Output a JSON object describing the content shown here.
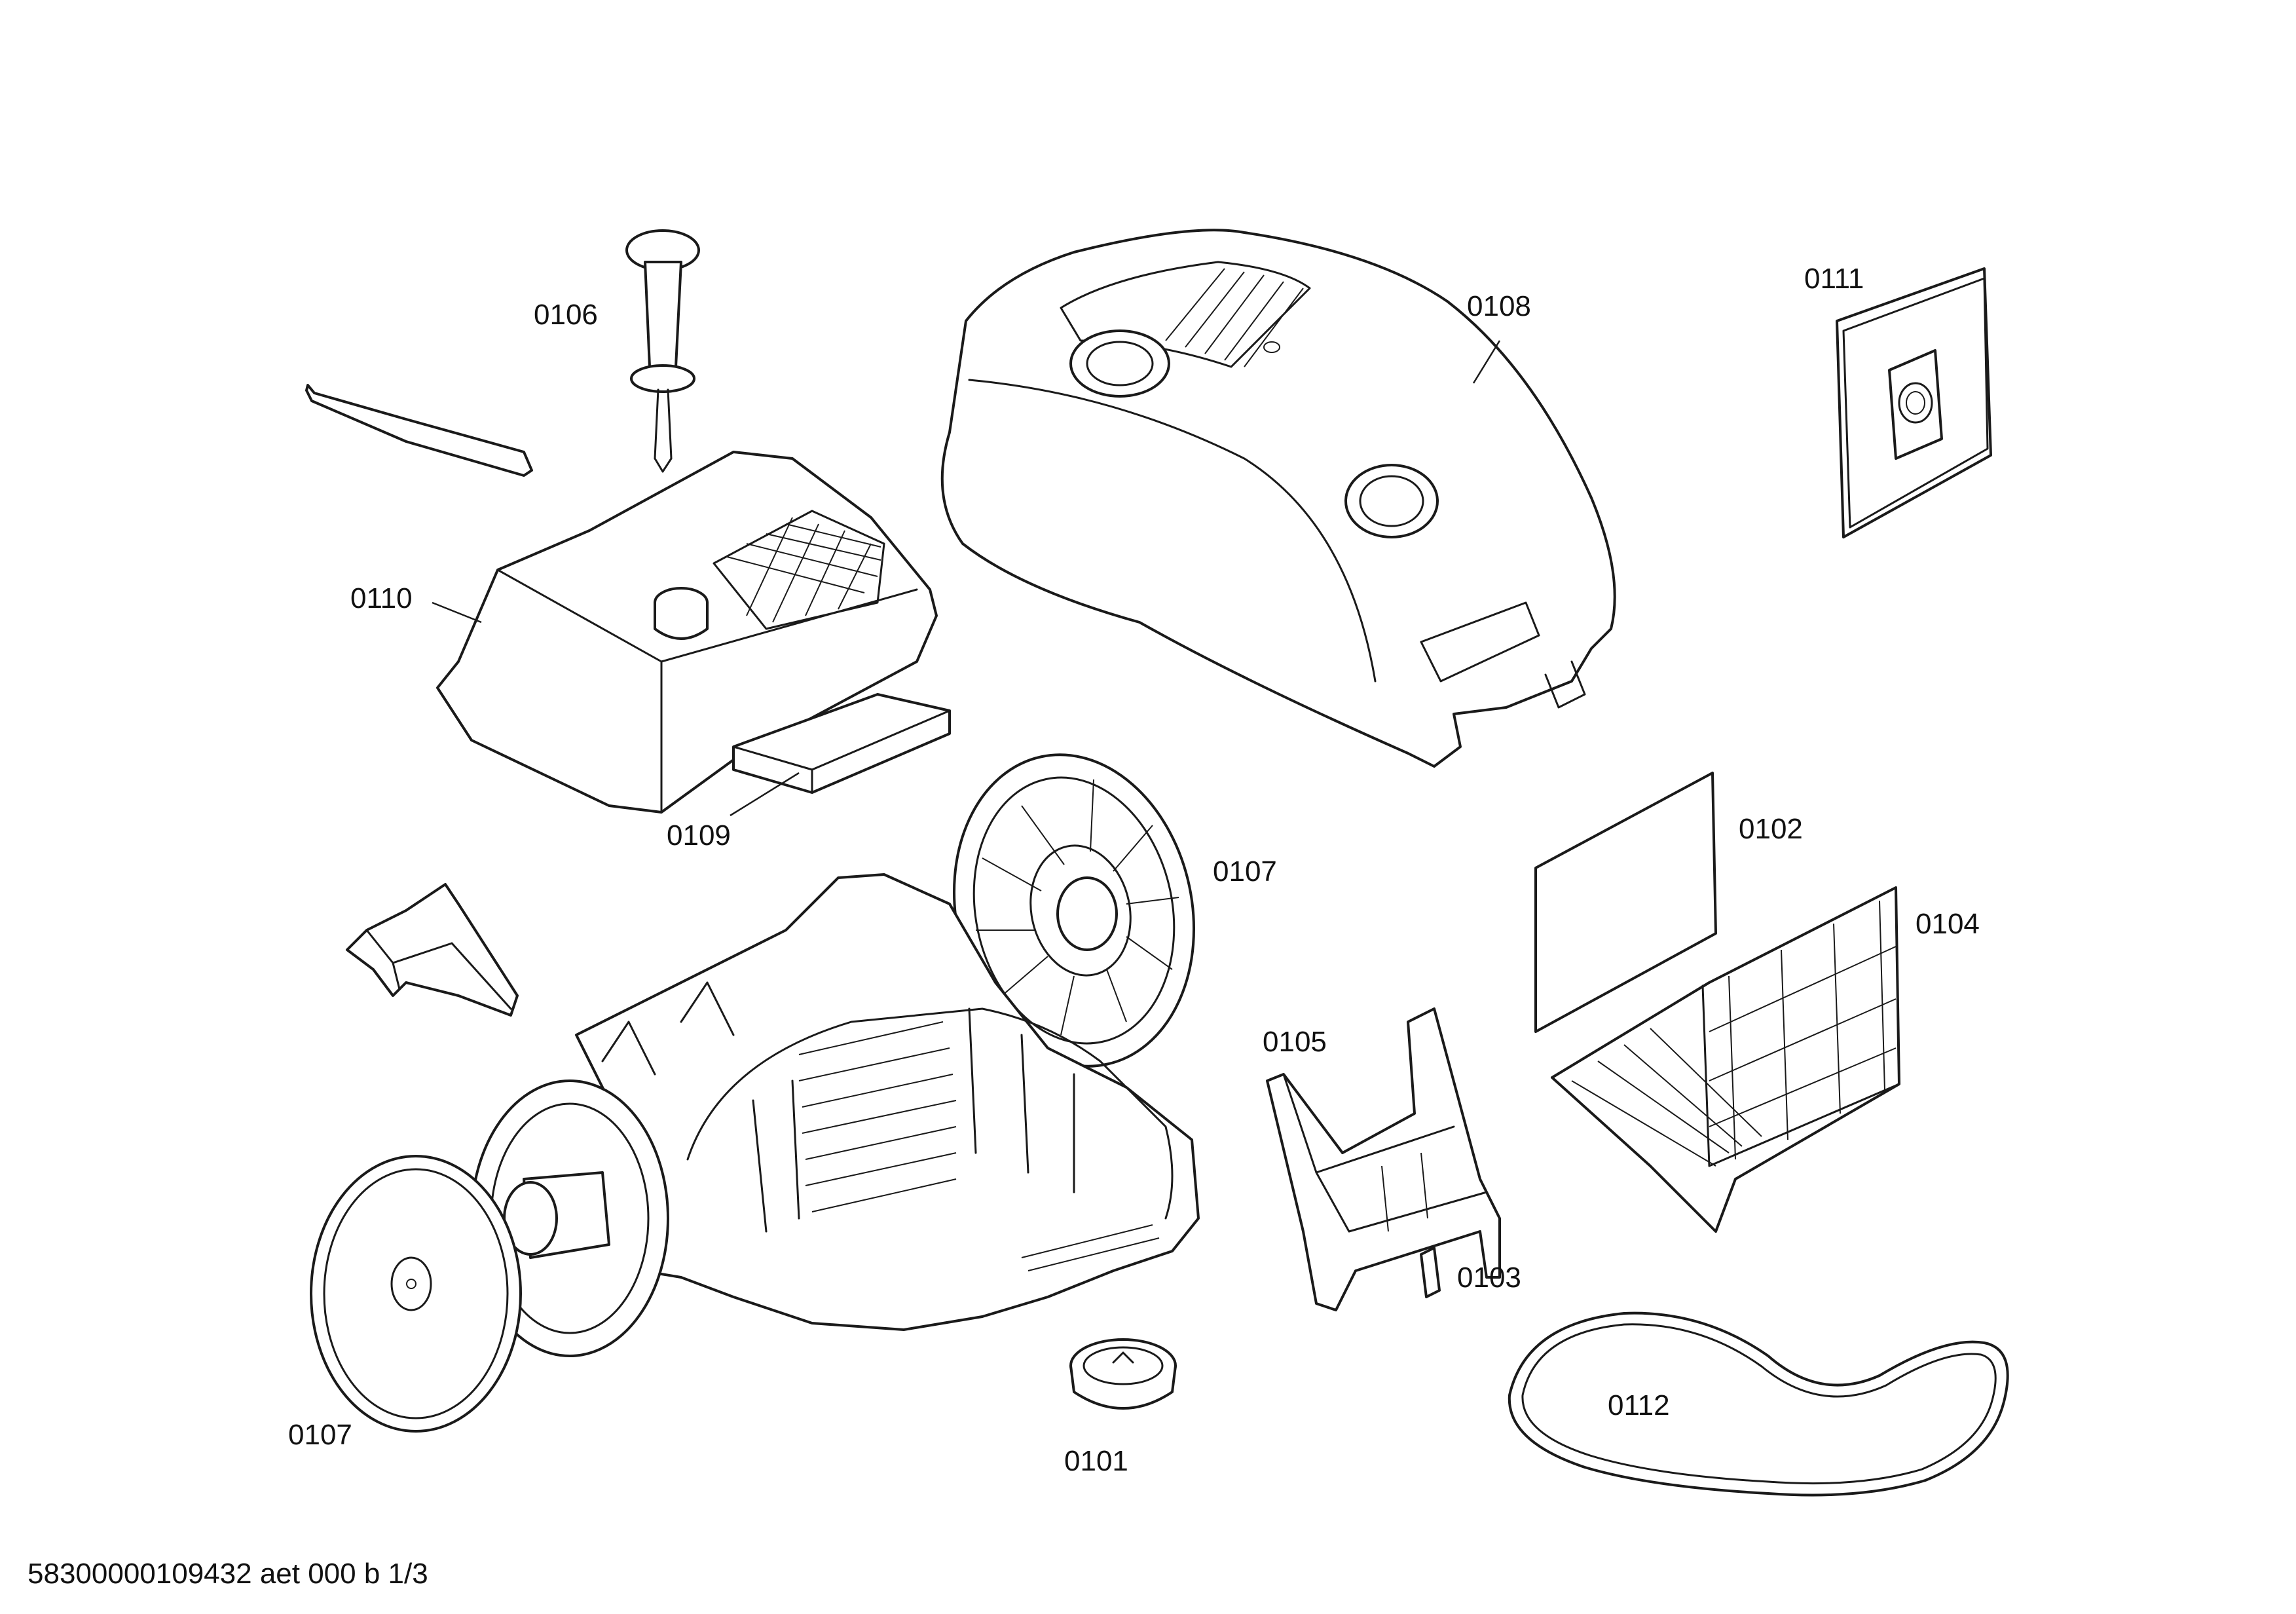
{
  "footer": {
    "document_id": "58300000109432 aet 000 b 1/3"
  },
  "callouts": {
    "c0101": "0101",
    "c0102": "0102",
    "c0103": "0103",
    "c0104": "0104",
    "c0105": "0105",
    "c0106": "0106",
    "c0107_right": "0107",
    "c0107_left": "0107",
    "c0108": "0108",
    "c0109": "0109",
    "c0110": "0110",
    "c0111": "0111",
    "c0112": "0112"
  },
  "colors": {
    "line": "#1a1a1a",
    "background": "#ffffff",
    "text": "#111111"
  }
}
